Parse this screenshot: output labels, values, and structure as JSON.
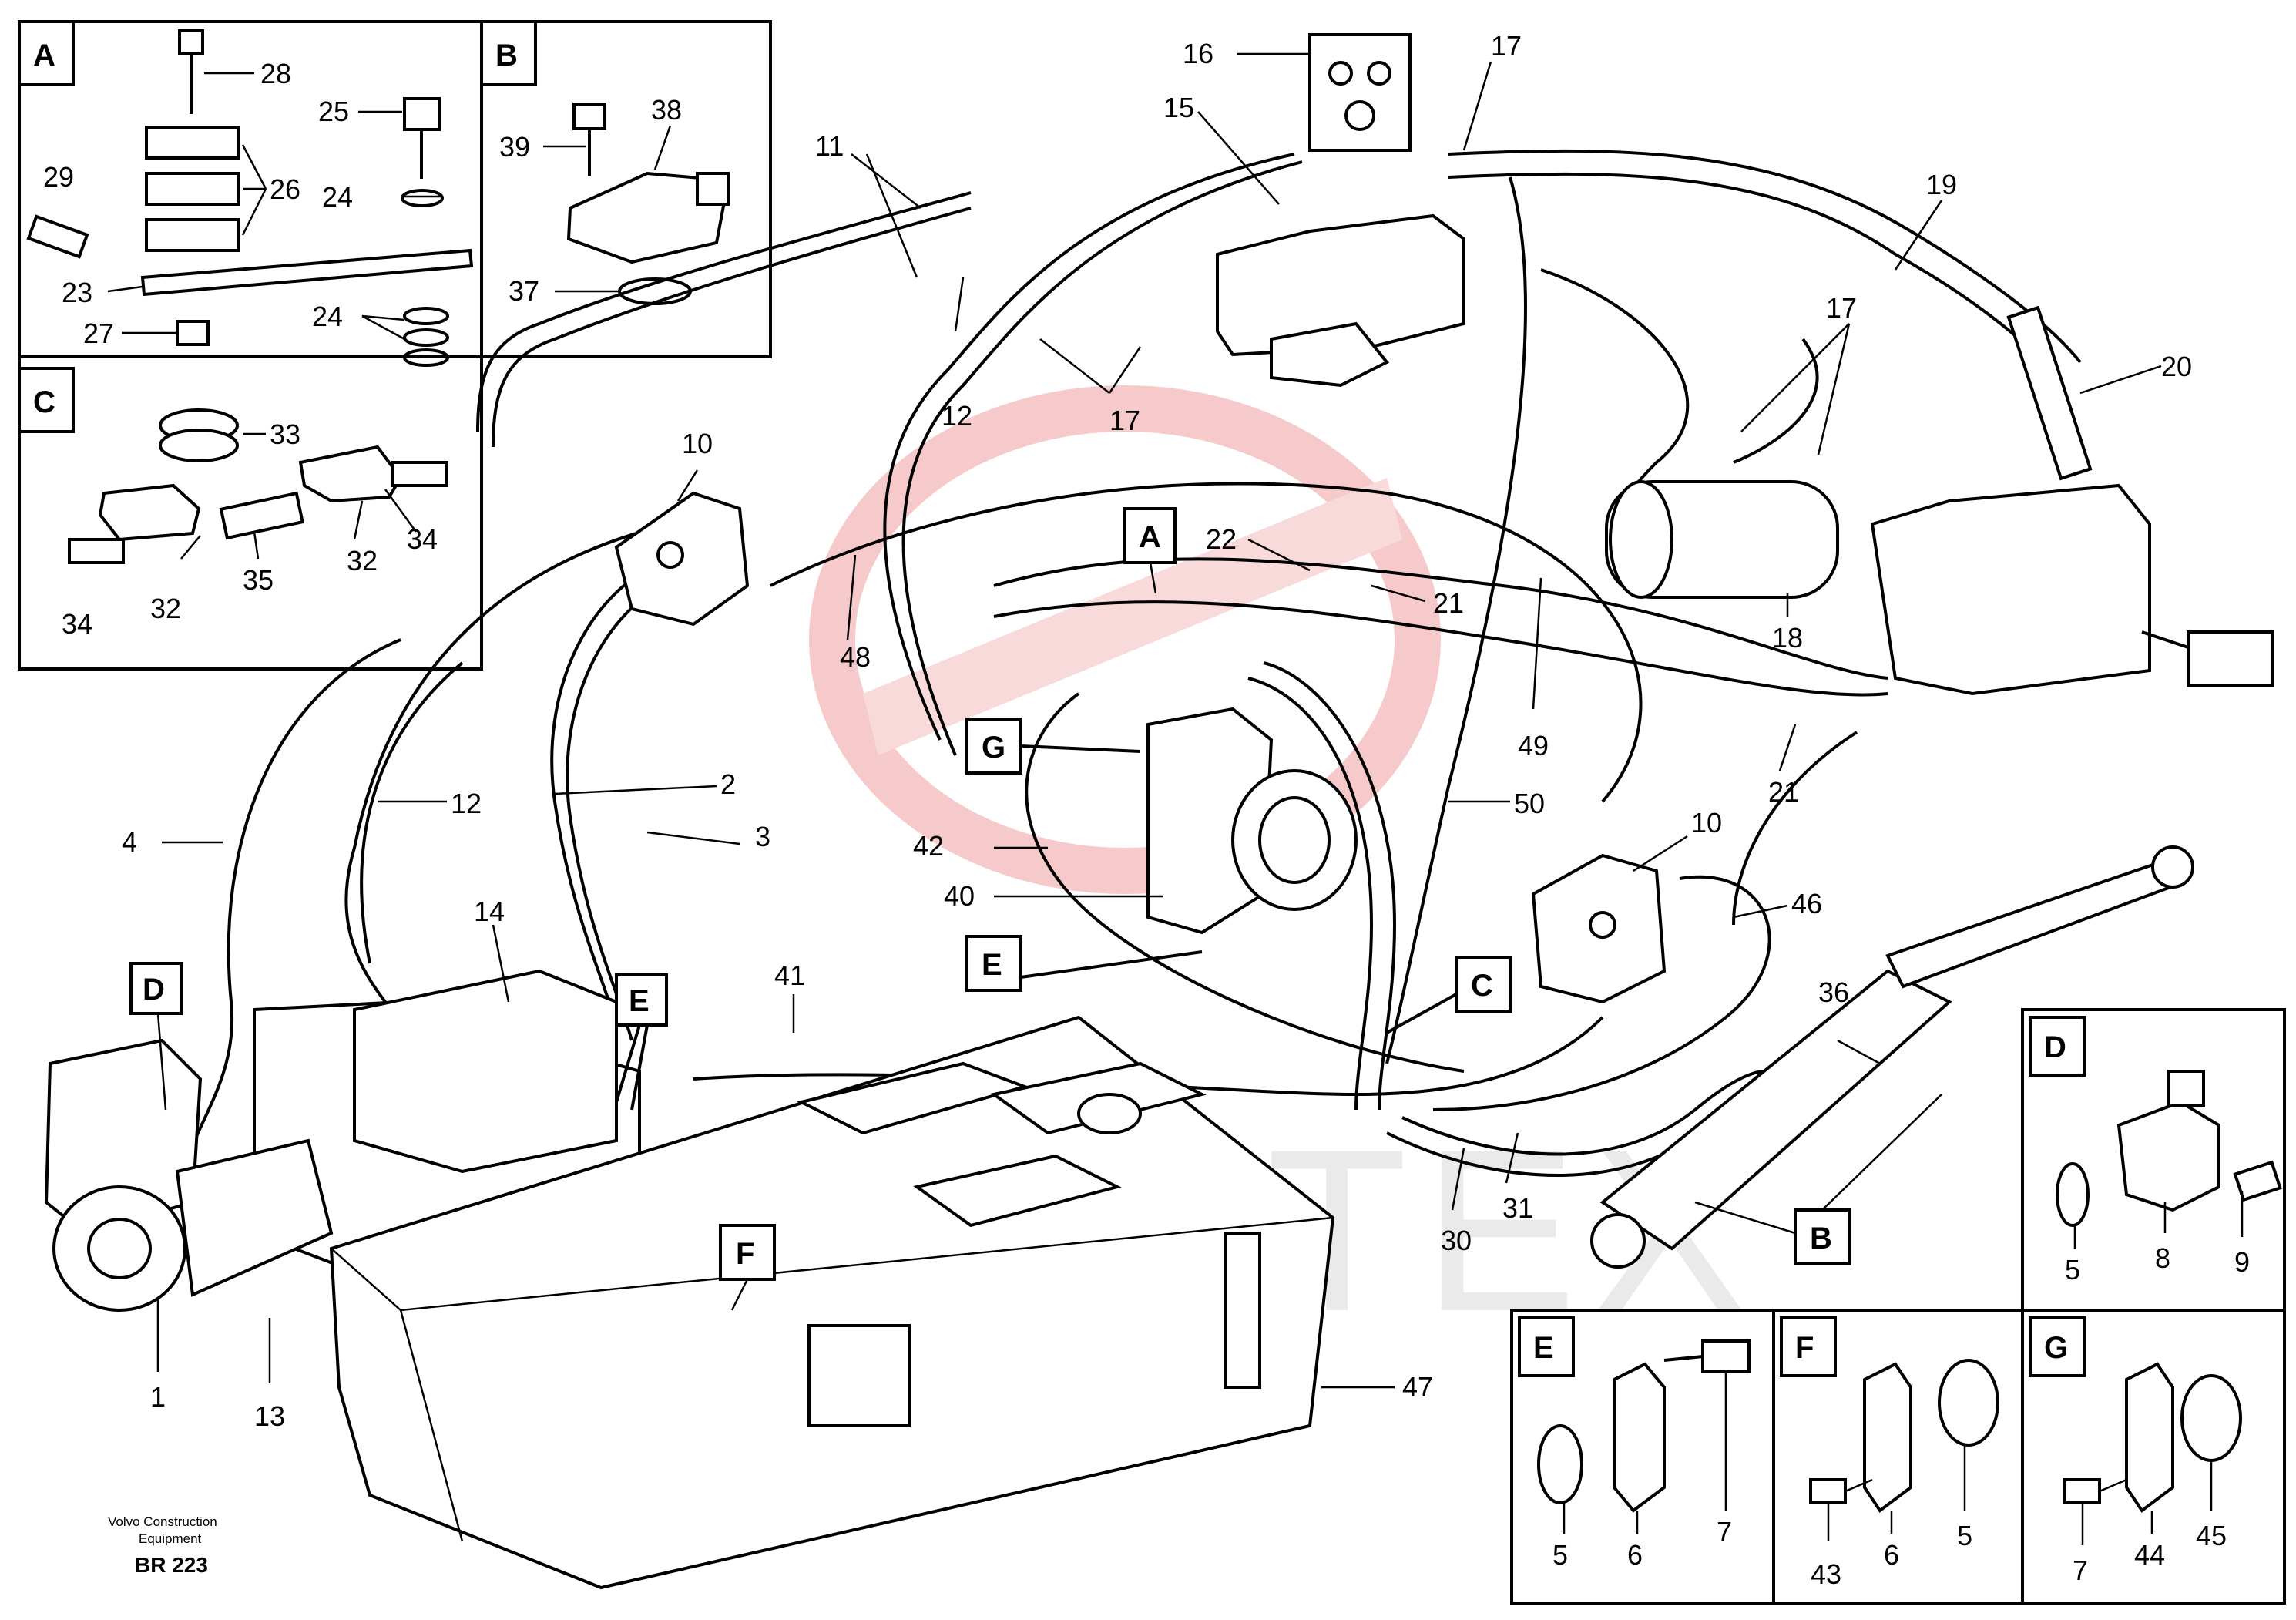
{
  "watermark": {
    "text": "VIPTEX",
    "color": "#f2b8b8"
  },
  "credit": {
    "line1": "Volvo Construction",
    "line2": "Equipment",
    "ref": "BR 223"
  },
  "insets": {
    "A": {
      "label": "A",
      "parts": [
        "28",
        "25",
        "29",
        "26",
        "24",
        "23",
        "27",
        "24"
      ]
    },
    "B": {
      "label": "B",
      "parts": [
        "38",
        "39",
        "37"
      ]
    },
    "C": {
      "label": "C",
      "parts": [
        "33",
        "34",
        "32",
        "35",
        "32",
        "34"
      ]
    },
    "D": {
      "label": "D",
      "parts": [
        "5",
        "8",
        "9"
      ]
    },
    "E": {
      "label": "E",
      "parts": [
        "5",
        "6",
        "7"
      ]
    },
    "F": {
      "label": "F",
      "parts": [
        "43",
        "6",
        "5"
      ]
    },
    "G": {
      "label": "G",
      "parts": [
        "7",
        "44",
        "45"
      ]
    }
  },
  "main_labels": {
    "l16": "16",
    "l17a": "17",
    "l15": "15",
    "l11": "11",
    "l19": "19",
    "l17b": "17",
    "l12a": "12",
    "l17c": "17",
    "l20": "20",
    "l10a": "10",
    "l22": "22",
    "l21a": "21",
    "l18": "18",
    "l48": "48",
    "l49": "49",
    "l21b": "21",
    "l2": "2",
    "l12b": "12",
    "l3": "3",
    "l4": "4",
    "l50": "50",
    "l10b": "10",
    "l42": "42",
    "l40": "40",
    "l46": "46",
    "l14": "14",
    "l41": "41",
    "l36": "36",
    "l31": "31",
    "l30": "30",
    "l1": "1",
    "l13": "13",
    "l47": "47"
  },
  "ref_boxes": {
    "rA": "A",
    "rG": "G",
    "rE1": "E",
    "rE2": "E",
    "rD": "D",
    "rC": "C",
    "rF": "F",
    "rB": "B"
  }
}
